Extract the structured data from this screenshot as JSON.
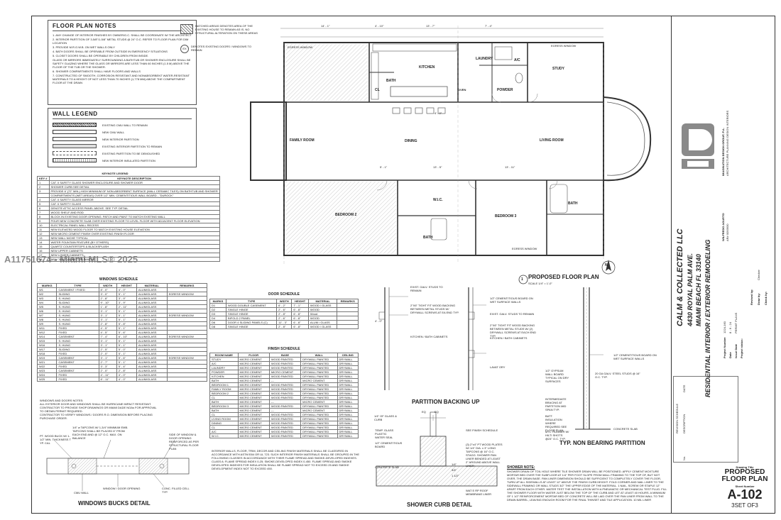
{
  "floor_plan_notes": {
    "title": "FLOOR PLAN NOTES",
    "items": [
      "1. ANY CHANGE OF INTERIOR FINISHES BY OWNER/G.C. SHALL BE COORDINATE W/ THE ARCHITECT",
      "2. INTERIOR PARTITION OF 3-5/8\"/1-5/8\" METAL STUDS @ 24\" O.C. REFER TO FLOOR PLAN FOR DIM LOCATION",
      "3. PROVIDE M.R.G.W.B. ON WET WALLS ONLY",
      "4. BATH DOORS SHALL BE OPERABLE FROM OUTSIDE IN EMERGENCY SITUATIONS",
      "5. CLOSET DOORS SHALL BE OPERABLE BY CHILDREN FROM INSIDE.",
      "GLASS OR MIRRORS IMMEDIATELY SURROUNDING A BATHTUB OR SHOWER ENCLOSURE SHALL BE SAFETY GLAZING WHERE THE GLASS OR MIRRORS ARE LESS THAN 60 INCHES (1.5 M) ABOVE THE FLOOR OF THE TUB OR THE SHOWER.",
      "6. SHOWER COMPARTMENTS SHALL HAVE FLOORS AND WALLS",
      "7. CONSTRUCTED OF SMOOTH, CORROSION RESISTANT AND NONABSORBENT WATER-RESISTANT MATERIALS TO A HEIGHT OF NOT LESS THAN 70 INCHES (1,778 MM) ABOVE THE COMPARTMENT FLOOR AT THE DRAIN"
    ]
  },
  "hatch_legend": {
    "line1": "HATCHED AREAS DENOTES AREA OF THE EXISTING HOUSE TO REMAIN AS IS. NO STRUCTURAL ALTERATION ON THESE AREAS",
    "tag": "EX",
    "line2": "DENOTES EXISTING DOORS / WINDOWS TO REMAIN"
  },
  "wall_legend": {
    "title": "WALL LEGEND",
    "items": [
      "EXISTING CMU WALL TO REMAIN",
      "NEW CMU WALL",
      "NEW INTERIOR PARTITION",
      "EXISTING INTERIOR PARTITION TO REMAIN",
      "EXISTING PARTITION TO BE DEMOLISHED",
      "NEW INTERIOR INSULATED PARTITION"
    ]
  },
  "keynote_legend": {
    "title": "KEYNOTE LEGEND",
    "headers": [
      "KEY #",
      "KEYNOTE DESCRIPTION"
    ],
    "rows": [
      [
        "1",
        "CAT. II SAFETY GLASS SHOWER ENCLOSURE AND SHOWER DOOR"
      ],
      [
        "2",
        "SHOWER CURB SEE DETAIL"
      ],
      [
        "3",
        "PROVIDE 6' (72\" MIN.) HIGH MINIMUM OF NON-ABSORBENT SURFACE (WALL CERAMIC TILES) ON BATHTUB AND SHOWER"
      ],
      [
        "",
        "COMPARTMENTS (WET AREAS) OVER 1/2\" MIN. CEMENTITIOUS WALL BOARD - \"DUROCK\""
      ],
      [
        "4",
        "CAT. II SAFETY GLASS MIRROR"
      ],
      [
        "5",
        "CAT. II SAFETY GLASS"
      ],
      [
        "6",
        "DENOTE ATTIC ACCESS PANEL ABOVE. SEE TYP. DETAIL"
      ],
      [
        "7",
        "WOOD SHELF AND ROD"
      ],
      [
        "8",
        "BLOCK IN EXISTING DOOR OPENING. PATCH AND PAINT TO MATCH EXISTING WALL"
      ],
      [
        "9",
        "POUR NEW CONCRETE SLAB OVER EXISTING FLOOR TO LEVEL FLOOR WITH ADJACENT FLOOR ELEVATION"
      ],
      [
        "10",
        "ELECTRICAL PANEL WALL RECESS"
      ],
      [
        "11",
        "NEW ELEVATED WOOD FLOOR TO MATCH EXISTING HOUSE ELEVATION"
      ],
      [
        "12",
        "NEW MICRO CEMENT FINISH OVER EXISTING FINISH FLOOR"
      ],
      [
        "13",
        "NEW WALL NICHE TYPICAL"
      ],
      [
        "14",
        "WATER FOUNTAIN FEATURE (BY OTHERS)"
      ],
      [
        "15",
        "QUARTZ COUNTERTOPS & BLACKSPLASH"
      ],
      [
        "16",
        "NEW UPPER CABINETS"
      ],
      [
        "17",
        "NEW LOWER CABINETS"
      ],
      [
        "18",
        "NEW TALL CABINET OR PANTRY"
      ]
    ]
  },
  "windows_schedule": {
    "title": "WINDOWS SCHEDULE",
    "headers": [
      "MARKS",
      "TYPE",
      "WIDTH",
      "HEIGHT",
      "MATERIAL",
      "REMARKS"
    ],
    "rows": [
      [
        "W1",
        "CASEMENT / FIXED",
        "8' - 0\"",
        "4' - 0\"",
        "ALUM/GLASS",
        ""
      ],
      [
        "W2",
        "SLIDING",
        "3' - 0\"",
        "5' - 1\"",
        "ALUM/GLASS",
        "EGRESS WINDOW"
      ],
      [
        "W3",
        "S. HUNG",
        "2' - 8\"",
        "3' - 9\"",
        "ALUM/GLASS",
        ""
      ],
      [
        "W4",
        "SLIDING",
        "9' - 10\"",
        "3' - 9\"",
        "ALUM/GLASS",
        ""
      ],
      [
        "W5",
        "S. HUNG",
        "1' - 8\"",
        "2' - 11\"",
        "ALUM/GLASS",
        ""
      ],
      [
        "W6",
        "S. HUNG",
        "3' - 1\"",
        "5' - 1\"",
        "ALUM/GLASS",
        ""
      ],
      [
        "W7",
        "S. HUNG",
        "3' - 1\"",
        "5' - 1\"",
        "ALUM/GLASS",
        "EGRESS WINDOW"
      ],
      [
        "W8",
        "S. HUNG",
        "3' - 1\"",
        "5' - 1\"",
        "ALUM/GLASS",
        ""
      ],
      [
        "W9",
        "S. HUNG",
        "2' - 8\"",
        "5' - 8\"",
        "ALUM/GLASS",
        ""
      ],
      [
        "W11",
        "FIXED",
        "4' - 5\"",
        "5' - 1\"",
        "ALUM/GLASS",
        ""
      ],
      [
        "W12",
        "FIXED",
        "4' - 5\"",
        "5' - 6\"",
        "ALUM/GLASS",
        ""
      ],
      [
        "W14",
        "CASEMENT",
        "7' - 4\"",
        "6' - 10\"",
        "ALUM/GLASS",
        "EGRESS WINDOW"
      ],
      [
        "W15",
        "S. HUNG",
        "3' - 1\"",
        "5' - 1\"",
        "ALUM/GLASS",
        ""
      ],
      [
        "W16",
        "S. HUNG",
        "3' - 1\"",
        "5' - 1\"",
        "ALUM/GLASS",
        ""
      ],
      [
        "W17",
        "SLIDING",
        "2' - 5\"",
        "5' - 0\"",
        "ALUM/GLASS",
        ""
      ],
      [
        "W18",
        "FIXED",
        "2' - 0\"",
        "5' - 1\"",
        "ALUM/GLASS",
        ""
      ],
      [
        "W19",
        "CASEMENT",
        "3' - 1\"",
        "5' - 6\"",
        "ALUM/GLASS",
        "EGRESS WINDOW"
      ],
      [
        "W21",
        "CASEMENT",
        "2' - 7\"",
        "5' - 1\"",
        "ALUM/GLASS",
        ""
      ],
      [
        "W22",
        "FIXED",
        "3' - 3\"",
        "5' - 4\"",
        "ALUM/GLASS",
        ""
      ],
      [
        "W23",
        "CASEMENT",
        "2' - 0\"",
        "2' - 8\"",
        "ALUM/GLASS",
        ""
      ],
      [
        "W24",
        "FIXED",
        "4' - 11\"",
        "4' - 0\"",
        "ALUM/GLASS",
        ""
      ],
      [
        "W25",
        "FIXED",
        "8' - 11\"",
        "4' - 0\"",
        "ALUM/GLASS",
        ""
      ]
    ]
  },
  "window_notes": [
    "WINDOWS AND DOORS NOTES:",
    "ALL EXTERIOR DOOR AND WINDOWS SHALL BE HURRICANE IMPACT RESISTANT.",
    "CONTRACTOR TO PROVIDE SHOP DRAWINGS OR MIAMI DADE NOAs FOR APPROVAL",
    "TO OBTAIN PERMIT REQUIRED.",
    "CONTRACTOR TO VERIFY WINDOWS / DOORS R.O. DIMENSION BEFORE PLACING",
    "PURCHASE ORDER."
  ],
  "windows_bucks_detail": {
    "title": "WINDOWS BUCKS DETAIL",
    "labels": {
      "wood_buck": "PT. WOOD BUCK W/ 1-1/2\" MIN. THICKNESS T YP. CAL",
      "tapcons": "1/4\" ø TAPCONS W/ 1-3/4\" MINIMUM EMB. TAPCONS SHALL BE PLACED 6\" FROM EACH END AND @ 12\" O.C. MAX. ON BALANCE",
      "side_window": "SIDE OF WINDOW & DOOR OPENING REINFORCED AS PER STRUCTURAL FLOOR PLAN",
      "cmu_wall": "CMU WALL",
      "window_door_opening": "WINDOW / DOOR OPENING",
      "conc_filled": "CONC. FILLED CELL TYP."
    }
  },
  "door_schedule": {
    "title": "DOOR SCHEDULE",
    "headers": [
      "MARKS",
      "TYPE",
      "WIDTH",
      "HEIGHT",
      "MATERIAL",
      "REMARKS"
    ],
    "rows": [
      [
        "D1",
        "WOOD DOUBLE CASEMENT",
        "6' - 2\"",
        "7' - 1\"",
        "WOOD / GLASS",
        ""
      ],
      [
        "D2",
        "SINGLE HINGE",
        "2' - 6\"",
        "6' - 8\"",
        "WOOD",
        ""
      ],
      [
        "D3",
        "SINGLE HINGE",
        "2' - 8\"",
        "6' - 8\"",
        "Wood",
        ""
      ],
      [
        "D4",
        "BIFOLD 2 PANEL",
        "2' - 6\"",
        "6' - 8\"",
        "WOOD",
        ""
      ],
      [
        "D6",
        "DOOR 4 SLIDING PANELS (C)",
        "11' - 3\"",
        "6' - 8\"",
        "ALUM / GLASS",
        ""
      ],
      [
        "D8",
        "SINGLE HINGE",
        "2' - 8\"",
        "6' - 8\"",
        "WOOD / GLASS",
        ""
      ]
    ]
  },
  "finish_schedule": {
    "title": "FINISH SCHEDULE",
    "headers": [
      "ROOM NAME",
      "FLOOR",
      "BASE",
      "WALL",
      "CEILING"
    ],
    "rows": [
      [
        "STUDY",
        "MICRO CEMENT",
        "WOOD PAINTED",
        "DRYWALL PAINTED",
        "DRYWALL"
      ],
      [
        "A/C",
        "MICRO CEMENT",
        "WOOD PAINTED",
        "DRYWALL PAINTED",
        "DRYWALL"
      ],
      [
        "LAUNDRY",
        "MICRO CEMENT",
        "WOOD PAINTED",
        "DRYWALL PAINTED",
        "DRYWALL"
      ],
      [
        "POWDER",
        "MICRO CEMENT",
        "MICRO CEMENT",
        "DRYWALL PAINTED",
        "DRYWALL"
      ],
      [
        "KITCHEN",
        "MICRO CEMENT",
        "WOOD PAINTED",
        "DRYWALL PAINTED",
        "DRYWALL"
      ],
      [
        "BATH",
        "MICRO CEMENT",
        "---",
        "MICRO CEMENT",
        "DRYWALL"
      ],
      [
        "BEDROOM 1",
        "MICRO CEMENT",
        "WOOD PAINTED",
        "DRYWALL PAINTED",
        "DRYWALL"
      ],
      [
        "FAMILY ROOM",
        "MICRO CEMENT",
        "WOOD PAINTED",
        "DRYWALL PAINTED",
        "DRYWALL"
      ],
      [
        "BEDROOM 2",
        "MICRO CEMENT",
        "WOOD PAINTED",
        "DRYWALL PAINTED",
        "DRYWALL"
      ],
      [
        "CL",
        "MICRO CEMENT",
        "WOOD PAINTED",
        "DRYWALL PAINTED",
        "DRYWALL"
      ],
      [
        "BATH",
        "MICRO CEMENT",
        "---",
        "MICRO CEMENT",
        "DRYWALL"
      ],
      [
        "BEDROOM 3",
        "MICRO CEMENT",
        "WOOD PAINTED",
        "DRYWALL PAINTED",
        "DRYWALL"
      ],
      [
        "BATH",
        "MICRO CEMENT",
        "---",
        "MICRO CEMENT",
        "DRYWALL"
      ],
      [
        "CL",
        "MICRO CEMENT",
        "WOOD PAINTED",
        "DRYWALL PAINTED",
        "DRYWALL"
      ],
      [
        "LIVING ROOM",
        "MICRO CEMENT",
        "WOOD PAINTED",
        "DRYWALL PAINTED",
        "DRYWALL"
      ],
      [
        "DINING",
        "MICRO CEMENT",
        "WOOD PAINTED",
        "DRYWALL PAINTED",
        "DRYWALL"
      ],
      [
        "CL",
        "MICRO CEMENT",
        "WOOD PAINTED",
        "DRYWALL PAINTED",
        "DRYWALL"
      ],
      [
        "A/C",
        "MICRO CEMENT",
        "WOOD PAINTED",
        "DRYWALL PAINTED",
        "DRYWALL"
      ],
      [
        "W.I.C.",
        "MICRO CEMENT",
        "WOOD PAINTED",
        "DRYWALL PAINTED",
        "DRYWALL"
      ]
    ],
    "note": "INTERIOR WALLS, FLOOR, TRIM, DECOR AND CEILING FINISH MATERIALS SHALL BE CLASSIFIED IN ACCORDANCE WITH ASTM E84 OR UL 723. SUCH INTERIOR FINISH MATERIALS SHALL BE GROUPED IN THE FOLLOWING CLASSES IN ACCORDANCE WITH THEIR FLAME SPREAD AND SMOKE-DEVELOPED INDEXES. CLASS A: FLAME SPREAD INDEX 0-25; SMOKE-DEVELOPED INDEX 0-450. FLAME SPREAD AND SMOKE DEVELOPED INDEXES FOR INSULATION SHALL BE FLAME SPREAD NOT TO EXCEED 25 AND SMOKE DEVELOPMENT INDEX NOT TO EXCEED 450."
  },
  "floor_plan": {
    "rooms": {
      "family_room": "FAMILY ROOM",
      "kitchen": "KITCHEN",
      "dining": "DINING",
      "living_room": "LIVING ROOM",
      "laundry": "LAUNDRY",
      "ac": "A/C",
      "powder": "POWDER",
      "study": "STUDY",
      "bath1": "BATH",
      "cl1": "CL",
      "wic": "W.I.C.",
      "bedroom2": "BEDROOM 2",
      "bath2": "BATH",
      "bedroom3": "BEDROOM 3",
      "bath3": "BATH",
      "oven": "OVEN"
    },
    "dims_top": [
      "14' - 1\"",
      "4' - 10\"",
      "13' - 7\"",
      "7' - 4\""
    ],
    "dims_mid": [
      "4' - 0\"",
      "5' - 1\"",
      "13' - 5\"",
      "13' - 11\""
    ],
    "egress_labels": [
      "EGRESS WINDOW",
      "EGRESS WINDOW",
      "EGRESS WINDOW"
    ],
    "title": "PROPOSED FLOOR PLAN",
    "scale": "SCALE 1/4\" = 1'-0\"",
    "number": "1",
    "north": "N"
  },
  "partition_backing": {
    "title": "PARTITION BACKING UP",
    "labels": [
      "EXIST. GALV. STUDS TO REMAIN",
      "2\"X6\" TIGHT FIT WOOD BACKING BETWEEN METAL STUDS W/ DRYWALL SCREWS AT EA END TYP.",
      "1/2\" CEMENTITIOUS BOARD ON WET SURFACE WALLS",
      "EXIST. GALV. STUDS TO REMAIN",
      "2\"X6\" TIGHT FIT WOOD BACKING BETWEEN METAL STUDS W/ (2) DRYWALL SCREWS AT EACH END TYP.",
      "KITCHEN / BATH CABINETS",
      "KITCHEN / BATH CABINETS",
      "4' - 0\"",
      "LAVAT ORY"
    ]
  },
  "non_bearing": {
    "title": "TYP. NON BEARING PARTITION",
    "labels": [
      "1/2\" CEMENTITIOUS BOARD ON WET SURFACE WALLS",
      "1/2\" GYPSUM WALL BOARD TYPICAL ON DRY SURFACES",
      "20 GA GALV. STEEL STUDS @ 16\" O.C. TYP.",
      "INTERMEDIATE BRACING AT PARTITION MID SPAN TYP.",
      "BATT. INSULATION WHERE REQUIRED SEE FLOOR PLAN",
      "MTL. RUNNER W/ HILTI SHOTS @24\" O.C. TYP.",
      "CONCRETE SLAB"
    ]
  },
  "shower_curb": {
    "title": "SHOWER CURB DETAIL",
    "labels": [
      "1/4\" OF GLASS & CURB",
      "TEMP. GLASS PLASTIC WATER SEAL",
      "1/2\" CEMENTITIOUS BOARD",
      "SEE FINISH SCHEDULE",
      "(3) 2\"x4\" PT WOOD PLATES W/ 1/4\" DIA. x 3\" LONG TAPCONS @ 16\" O.C. STAGG. SHOWER PAN LINER BENDED AT LEAST 2\" AROUND ABOVE WALL LINER",
      "CONCRETE SLAB",
      "WAT E RP ROOF MEMBRANE LINER",
      "EQ",
      "EQ",
      "1/4\"",
      "3/4\"",
      "1 1/2\""
    ]
  },
  "shower_note": {
    "title": "SHOWER NOTE:",
    "text": "SHOWER DRAIN OF TOIL HOLE WHERE TILE SHOWER DRAIN WILL BE POSITIONED. APPLY CEMENT MOXTURE MORTAR BED OVER THE SUBFLOOR AT 1/4\" PER FOOT SLOPE FROM WALL FRAMING TO THE TOP OF, BUT NOT OVER, THE DRAIN BASE. PAN LINER DIMENSION SHOULD BE SUFFICIENT TO COMPLETELY COVER THE FLOOR, TURN UP ALL SIDEWALLS AT LEAST 12\" ABOVE THE FINISH CURB HEIGHT. FOLD CORNER AND NAIL LINER TO THE SIDEWALL FRAMING OR WALL STUDS 3/2\" THE UPPER EDGE OF THE MATERIAL. 1 NAIL, SCREW OR STAPLE 12\" APART FROM EACH OTHER. WATER TEST THE INSTALLATION WITH A PNEUMATIC OR MECHANICAL TEST PLUG. FILL THE SHOWER FLOOR WITH WATER JUST BELOW THE TOP OF THE CURB AND LET AT LEAST 40 HOURS. A MINIMUM OF 1 1/2\" REINFORCEMENT MORTAR BED OF CONCRETE WILL BE LAID OVER THE PAN LINER FROM WALL TO THE DRAIN BARREL, LEAVING ENOUGH ROOM FOR THE FINAL THINSET AND TILE APPLICATION. 10 MIL LINER"
  },
  "title_block": {
    "firm_name": "IMAGINATION DESIGN GROUP, P.A.",
    "firm_sub": "ARCHITECTURE PLANNING DESIGN INTERIORS",
    "architect_name": "WILFREDO AGURTO",
    "architect_license": "AR# 0093930",
    "project_owner": "CALM & COLLECTED LLC",
    "project_address1": "4430 ROYAL PALM AVE.",
    "project_address2": "MIAMI BEACH FL 33140",
    "project_scope": "RESIDENTIAL INTERIOR / EXTERIOR REMODELING",
    "project_fields": [
      "Project Number",
      "Date",
      "Issue Date",
      "Project status:"
    ],
    "project_values": [
      "1224-160",
      "8 - 6 - 24",
      "PERMIT PLANS",
      ""
    ],
    "review_fields": [
      "Revised by:",
      "Draw by:",
      "Check by:"
    ],
    "review_values": [
      "",
      "Checker",
      ""
    ],
    "revision_headers": [
      "No.",
      "DESCRIPTION",
      "DATE"
    ],
    "revision_title": "REVISION SCHEDULE",
    "drawing_title_label": "Drawing Title",
    "drawing_title": "PROPOSED FLOOR PLAN",
    "sheet_number_label": "Sheet Number",
    "sheet_number": "A-102",
    "sheet_of": "3SET OF3"
  },
  "watermark": "A11751674 - Miami MLS® 2025"
}
